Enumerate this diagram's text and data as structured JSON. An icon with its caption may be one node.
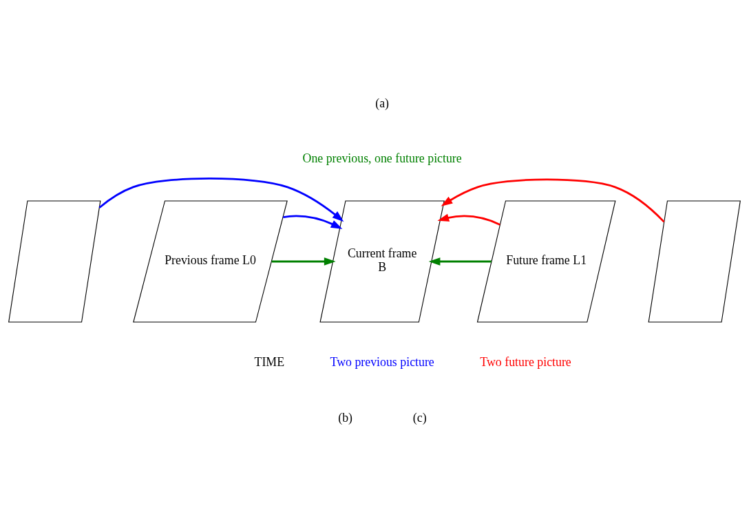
{
  "diagram": {
    "nodes": [
      {
        "text": [],
        "shape": "parallelogram"
      },
      {
        "text": [
          "Previous frame L0"
        ]
      },
      {
        "text": [
          "Current frame",
          "B"
        ]
      },
      {
        "text": [
          "Future frame L1"
        ]
      },
      {
        "text": [],
        "shape": "parallelogram"
      }
    ],
    "edges": [
      {
        "from": 1,
        "to": 2,
        "arrow": "to",
        "color": "#008000"
      },
      {
        "from": 3,
        "to": 2,
        "arrow": "to",
        "color": "#008000"
      },
      {
        "from": 0,
        "to": 2,
        "arrow": "to",
        "color": "#0000ff"
      },
      {
        "from": 1,
        "to": 2,
        "arrow": "to",
        "color": "#0000ff"
      },
      {
        "from": 3,
        "to": 2,
        "arrow": "to",
        "color": "#ff0000"
      },
      {
        "from": 4,
        "to": 2,
        "arrow": "to",
        "color": "#ff0000"
      }
    ],
    "labels": [
      "(a)",
      "One previous, one future picture",
      "TIME",
      "Two previous picture",
      "Two future picture",
      "(b)",
      "(c)"
    ]
  }
}
